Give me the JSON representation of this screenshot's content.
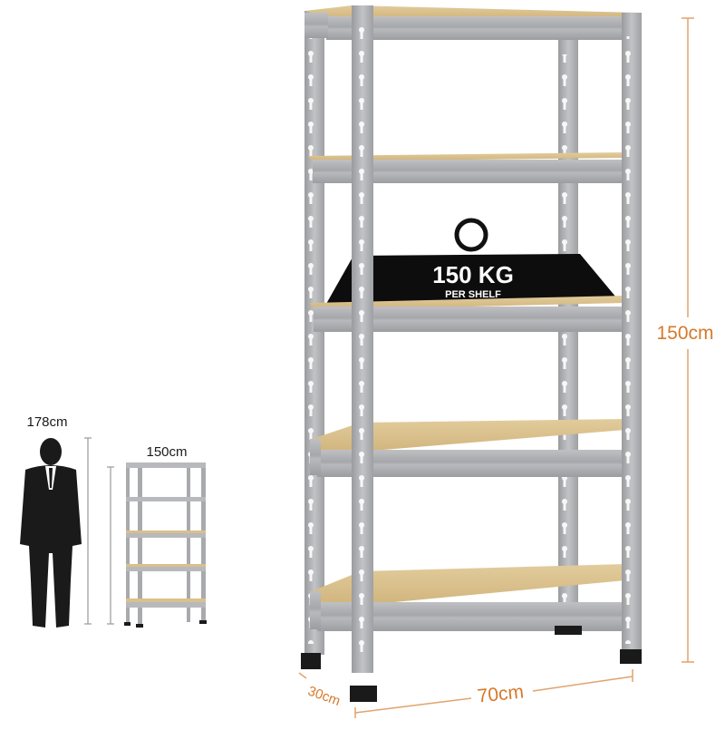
{
  "product": {
    "type": "5-tier boltless metal shelving unit",
    "tiers": 5,
    "frame_color": "#a9aaad",
    "shelf_board_color": "#d9c08c",
    "foot_color": "#1a1a1a"
  },
  "load_badge": {
    "value": "150 KG",
    "sub_label": "PER SHELF",
    "icon": "weight-ring-icon"
  },
  "dimensions": {
    "height": "150cm",
    "width": "70cm",
    "depth": "30cm",
    "accent_color": "#d67a2a"
  },
  "comparison": {
    "person_height": "178cm",
    "shelf_height": "150cm",
    "person_icon": "businessman-silhouette-icon"
  }
}
